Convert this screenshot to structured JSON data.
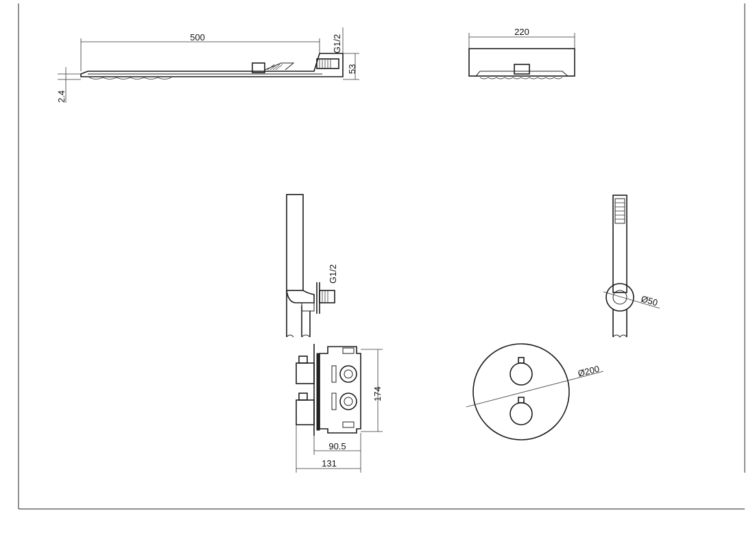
{
  "dimensions": {
    "shower_head_length": "500",
    "shower_head_thread": "G1/2",
    "shower_head_height": "53",
    "shower_head_thickness": "2.4",
    "shower_head_width": "220",
    "hand_shower_thread": "G1/2",
    "hand_shower_holder_diameter": "Ø50",
    "mixer_body_height": "174",
    "mixer_body_depth": "90.5",
    "mixer_total_depth": "131",
    "cover_plate_diameter": "Ø200"
  }
}
